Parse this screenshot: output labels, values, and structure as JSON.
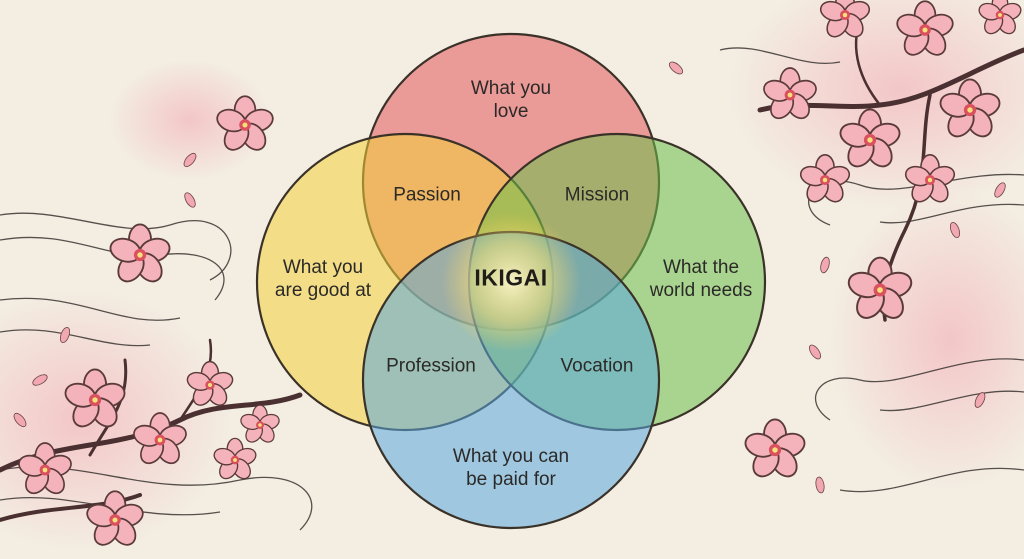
{
  "circles": {
    "love": {
      "text": "What you\nlove",
      "color": "#e2555a"
    },
    "good": {
      "text": "What you\nare good at",
      "color": "#f2cf3a"
    },
    "needs": {
      "text": "What the\nworld needs",
      "color": "#6cc04a"
    },
    "paid": {
      "text": "What you can\nbe paid for",
      "color": "#5aa7df"
    }
  },
  "overlaps": {
    "passion": "Passion",
    "mission": "Mission",
    "profession": "Profession",
    "vocation": "Vocation"
  },
  "center": "IKIGAI"
}
